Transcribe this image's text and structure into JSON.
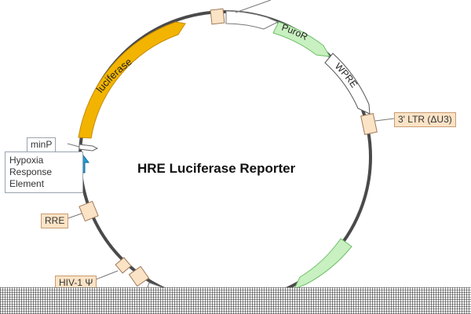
{
  "title": "HRE Luciferase Reporter",
  "features": {
    "luciferase": "luciferase",
    "puror": "PuroR",
    "wpre": "WPRE"
  },
  "callouts": {
    "minp": "minP",
    "hre": [
      "Hypoxia",
      "Response",
      "Element"
    ],
    "ltr3": "3' LTR (ΔU3)",
    "rre": "RRE",
    "hiv_psi": "HIV-1 Ψ"
  },
  "colors": {
    "backbone": "#4a4a4a",
    "luciferase": "#f2b400",
    "puror": "#c8f0c0",
    "wpre": "#ffffff",
    "element_tan": "#fbe3c6",
    "hre_arrow": "#1f9ad6"
  }
}
